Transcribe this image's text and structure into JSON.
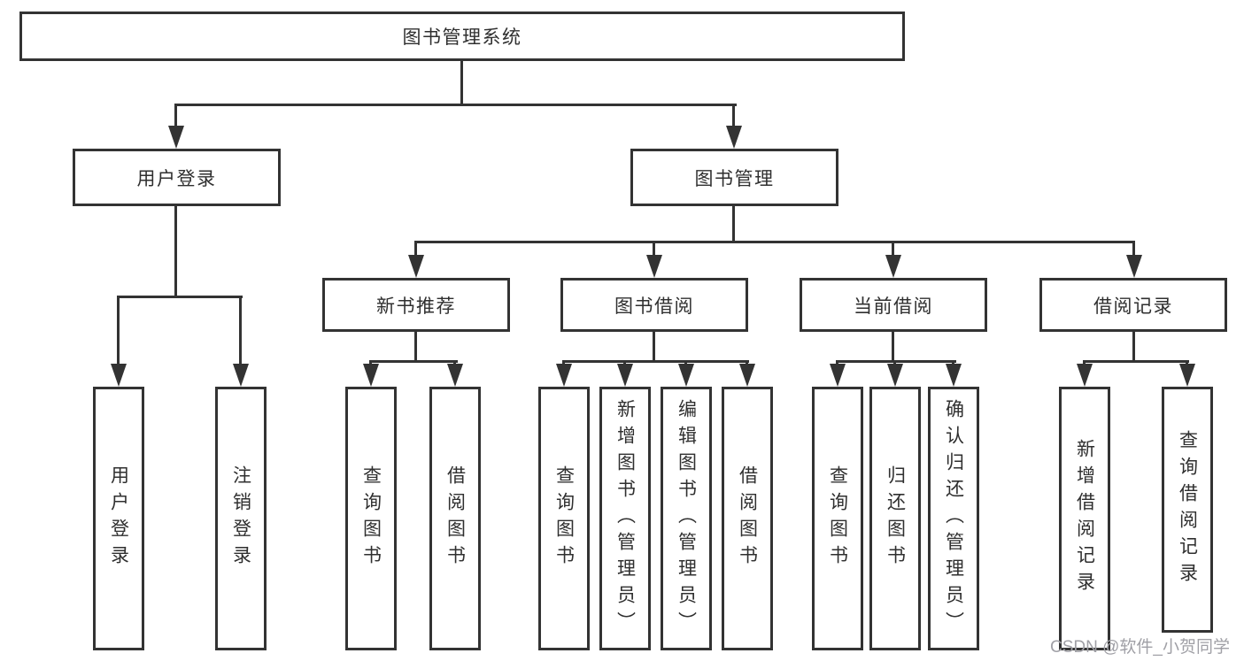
{
  "tree": {
    "root": {
      "label": "图书管理系统"
    },
    "branches": [
      {
        "label": "用户登录",
        "children": [
          {
            "label": "用户登录"
          },
          {
            "label": "注销登录"
          }
        ]
      },
      {
        "label": "图书管理",
        "children": [
          {
            "label": "新书推荐",
            "children": [
              {
                "label": "查询图书"
              },
              {
                "label": "借阅图书"
              }
            ]
          },
          {
            "label": "图书借阅",
            "children": [
              {
                "label": "查询图书"
              },
              {
                "label": "新增图书（管理员）"
              },
              {
                "label": "编辑图书（管理员）"
              },
              {
                "label": "借阅图书"
              }
            ]
          },
          {
            "label": "当前借阅",
            "children": [
              {
                "label": "查询图书"
              },
              {
                "label": "归还图书"
              },
              {
                "label": "确认归还（管理员）"
              }
            ]
          },
          {
            "label": "借阅记录",
            "children": [
              {
                "label": "新增借阅记录"
              },
              {
                "label": "查询借阅记录"
              }
            ]
          }
        ]
      }
    ]
  },
  "watermark": "CSDN @软件_小贺同学",
  "colors": {
    "line": "#333333",
    "background": "#ffffff",
    "watermark": "#a0a0a6"
  }
}
